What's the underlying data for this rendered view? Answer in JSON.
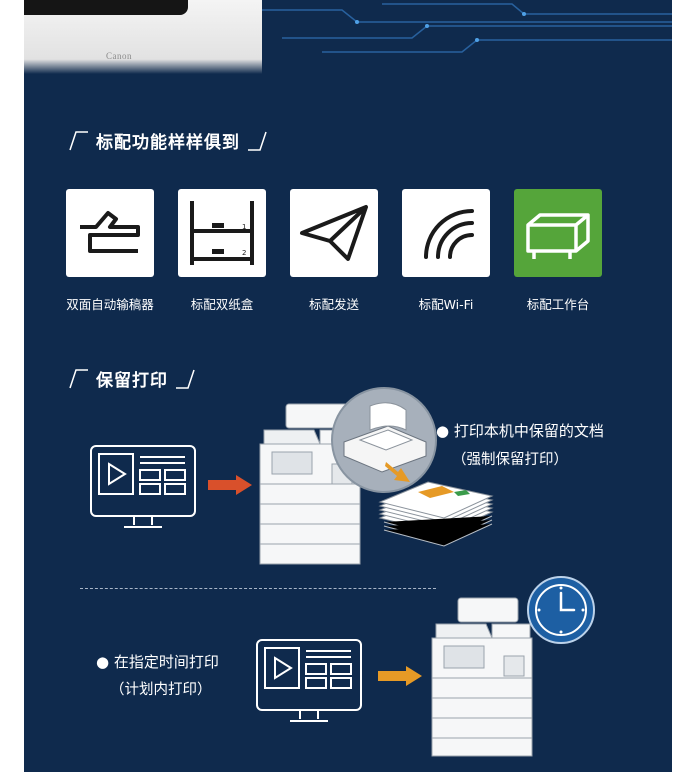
{
  "printer_brand": "Canon",
  "section1": {
    "title": "标配功能样样俱到",
    "features": [
      {
        "label": "双面自动输稿器",
        "icon": "document-feeder-icon"
      },
      {
        "label": "标配双纸盒",
        "icon": "paper-cassette-icon"
      },
      {
        "label": "标配发送",
        "icon": "send-paper-plane-icon"
      },
      {
        "label": "标配Wi-Fi",
        "icon": "wifi-icon"
      },
      {
        "label": "标配工作台",
        "icon": "cabinet-stand-icon"
      }
    ]
  },
  "section2": {
    "title": "保留打印",
    "item1": {
      "text": "打印本机中保留的文档",
      "sub": "（强制保留打印）"
    },
    "item2": {
      "text": "在指定时间打印",
      "sub": "（计划内打印）"
    }
  },
  "colors": {
    "background": "#0f2a4d",
    "accent_green": "#55a53a",
    "arrow_red": "#d9502b",
    "arrow_orange": "#e69a26",
    "clock_blue": "#1d5fa3"
  }
}
